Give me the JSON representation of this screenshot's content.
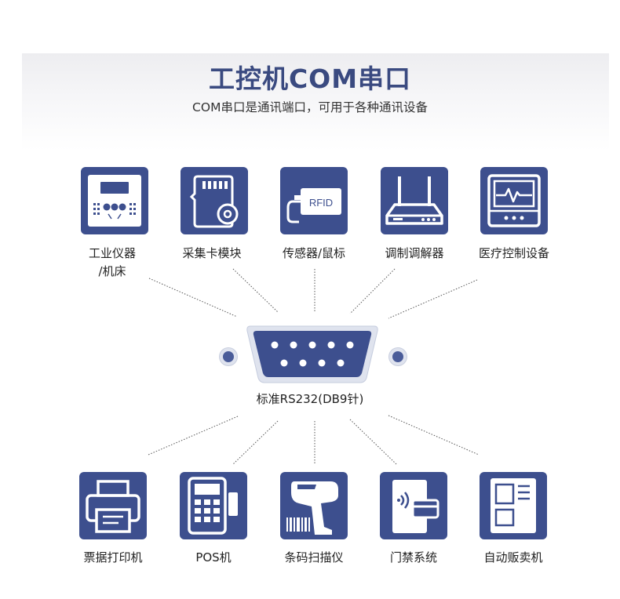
{
  "title": "工控机COM串口",
  "subtitle": "COM串口是通讯端口，可用于各种通讯设备",
  "connector_label": "标准RS232(DB9针)",
  "colors": {
    "tile": "#3d4f8e",
    "title": "#3a4a80",
    "line": "#555555"
  },
  "top_devices": [
    {
      "icon": "control-panel-icon",
      "label_line1": "工业仪器",
      "label_line2": "/机床"
    },
    {
      "icon": "sd-card-module-icon",
      "label_line1": "采集卡模块",
      "label_line2": ""
    },
    {
      "icon": "rfid-sensor-icon",
      "icon_text": "RFID",
      "label_line1": "传感器/鼠标",
      "label_line2": ""
    },
    {
      "icon": "modem-router-icon",
      "label_line1": "调制调解器",
      "label_line2": ""
    },
    {
      "icon": "medical-monitor-icon",
      "label_line1": "医疗控制设备",
      "label_line2": ""
    }
  ],
  "bottom_devices": [
    {
      "icon": "printer-icon",
      "label": "票据打印机"
    },
    {
      "icon": "pos-terminal-icon",
      "label": "POS机"
    },
    {
      "icon": "barcode-scanner-icon",
      "label": "条码扫描仪"
    },
    {
      "icon": "access-control-icon",
      "label": "门禁系统"
    },
    {
      "icon": "vending-machine-icon",
      "label": "自动贩卖机"
    }
  ]
}
